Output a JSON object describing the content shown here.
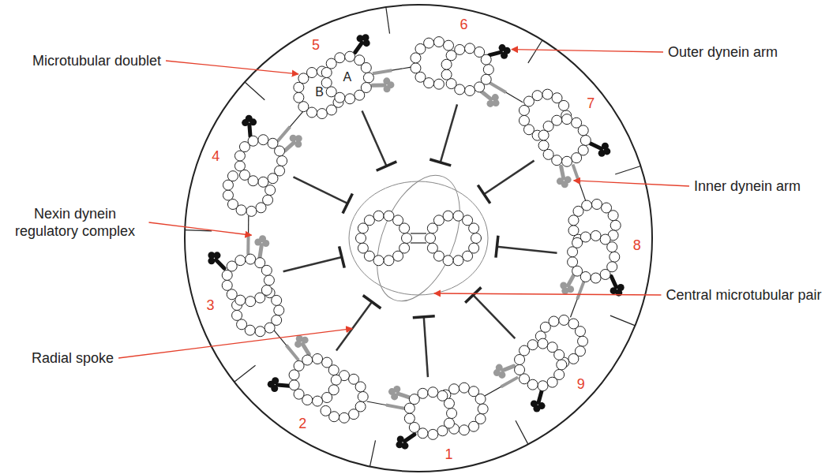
{
  "diagram": {
    "labels": [
      "Microtubular doublet",
      "5",
      "6",
      "Outer dynein arm",
      "A",
      "B",
      "4",
      "7",
      "Inner dynein arm",
      "Nexin dynein regulatory complex",
      "8",
      "3",
      "Central microtubular pair",
      "Radial spoke",
      "9",
      "2",
      "1"
    ]
  }
}
